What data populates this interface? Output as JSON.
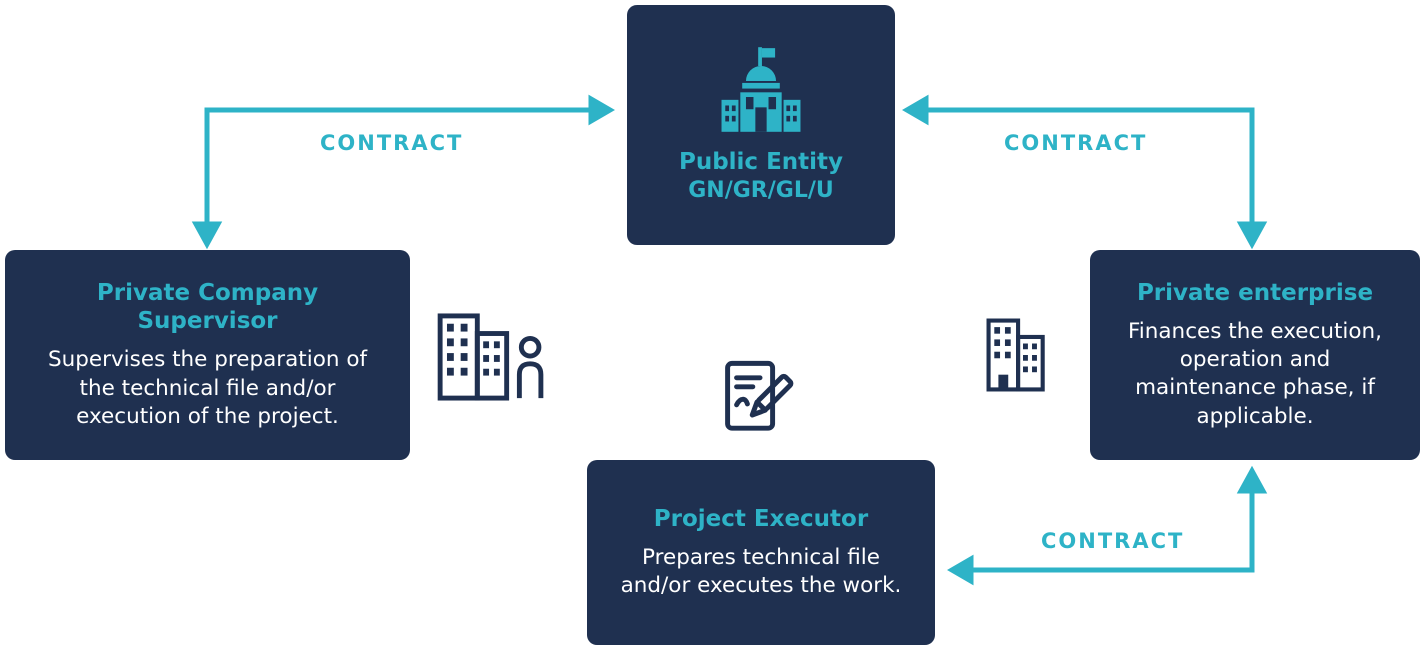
{
  "colors": {
    "navy": "#1f3050",
    "teal": "#2eb3c7",
    "background": "#ffffff"
  },
  "nodes": {
    "public_entity": {
      "title": "Public Entity",
      "subtitle": "GN/GR/GL/U",
      "icon": "government-building-icon"
    },
    "supervisor": {
      "title": "Private Company Supervisor",
      "body": "Supervises the preparation of the technical file and/or execution of the project."
    },
    "enterprise": {
      "title": "Private enterprise",
      "body": "Finances the execution, operation and maintenance phase, if applicable."
    },
    "executor": {
      "title": "Project Executor",
      "body": "Prepares technical file and/or executes the work."
    }
  },
  "connectors": [
    {
      "id": "supervisor-to-public",
      "label": "CONTRACT"
    },
    {
      "id": "enterprise-to-public",
      "label": "CONTRACT"
    },
    {
      "id": "enterprise-to-executor",
      "label": "CONTRACT"
    }
  ],
  "icons": {
    "middle_left": "buildings-person-icon",
    "center": "document-pen-icon",
    "middle_right": "buildings-icon"
  }
}
